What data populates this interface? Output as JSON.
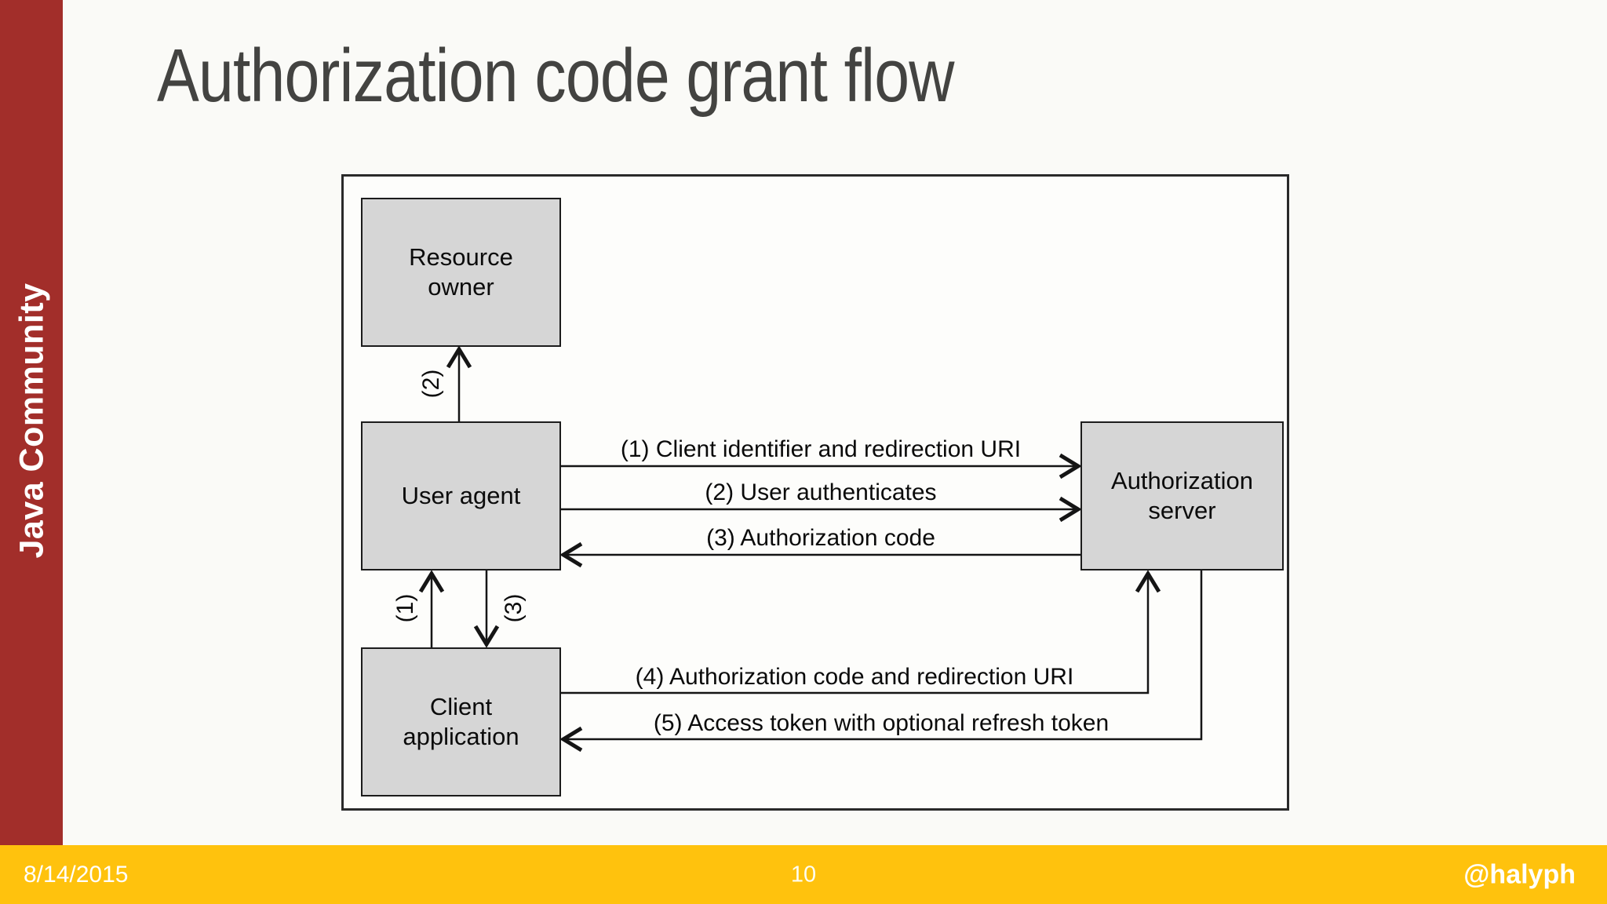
{
  "header": {
    "title": "Authorization code grant flow"
  },
  "sidebar": {
    "label": "Java Community"
  },
  "diagram": {
    "boxes": [
      {
        "id": "resource-owner",
        "label": "Resource owner",
        "lines": [
          "Resource",
          "owner"
        ]
      },
      {
        "id": "user-agent",
        "label": "User agent",
        "lines": [
          "User agent"
        ]
      },
      {
        "id": "client-application",
        "label": "Client application",
        "lines": [
          "Client",
          "application"
        ]
      },
      {
        "id": "authorization-server",
        "label": "Authorization server",
        "lines": [
          "Authorization",
          "server"
        ]
      }
    ],
    "messages": [
      {
        "label": "(1) Client identifier and redirection URI"
      },
      {
        "label": "(2) User authenticates"
      },
      {
        "label": "(3) Authorization code"
      },
      {
        "label": "(4) Authorization code and redirection URI"
      },
      {
        "label": "(5) Access token with optional refresh token"
      }
    ],
    "step_markers": [
      {
        "label": "(2)"
      },
      {
        "label": "(1)"
      },
      {
        "label": "(3)"
      }
    ]
  },
  "footer": {
    "date": "8/14/2015",
    "page_number": "10",
    "handle": "@halyph"
  },
  "colors": {
    "sidebar_red": "#a22e2a",
    "footer_yellow": "#ffc20d",
    "box_fill": "#d6d6d6",
    "title_gray": "#434341",
    "line_black": "#151515"
  }
}
